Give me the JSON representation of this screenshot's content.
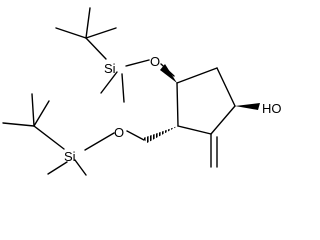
{
  "molecule": {
    "atom_labels": {
      "o_upper": "O",
      "si_upper": "Si",
      "o_hydroxyl": "HO",
      "o_lower": "O",
      "si_lower": "Si"
    },
    "colors": {
      "bond": "#000000",
      "label": "#000000",
      "background": "#ffffff"
    }
  }
}
